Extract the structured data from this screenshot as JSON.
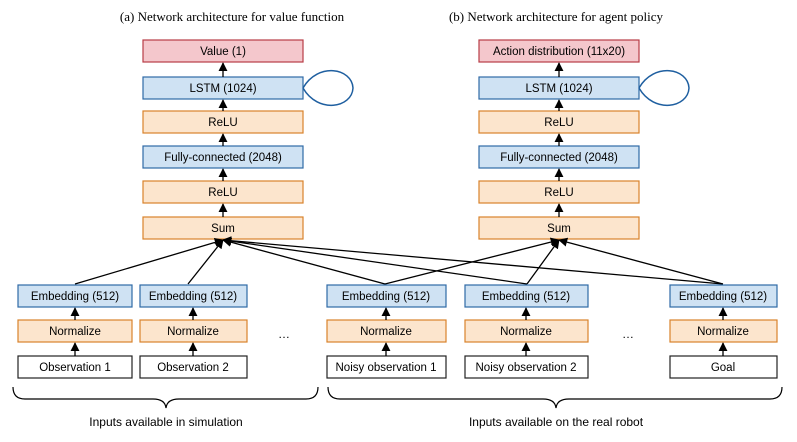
{
  "titles": {
    "left": "(a) Network architecture for value function",
    "right": "(b) Network architecture for agent policy"
  },
  "value_net": {
    "output": "Value (1)",
    "lstm": "LSTM (1024)",
    "relu_top": "ReLU",
    "fc": "Fully-connected (2048)",
    "relu_bottom": "ReLU",
    "sum": "Sum"
  },
  "policy_net": {
    "output": "Action distribution (11x20)",
    "lstm": "LSTM (1024)",
    "relu_top": "ReLU",
    "fc": "Fully-connected (2048)",
    "relu_bottom": "ReLU",
    "sum": "Sum"
  },
  "input_columns": [
    {
      "embedding": "Embedding (512)",
      "normalize": "Normalize",
      "input": "Observation 1"
    },
    {
      "embedding": "Embedding (512)",
      "normalize": "Normalize",
      "input": "Observation 2"
    },
    {
      "embedding": "Embedding (512)",
      "normalize": "Normalize",
      "input": "Noisy observation 1"
    },
    {
      "embedding": "Embedding (512)",
      "normalize": "Normalize",
      "input": "Noisy observation 2"
    },
    {
      "embedding": "Embedding (512)",
      "normalize": "Normalize",
      "input": "Goal"
    }
  ],
  "ellipsis": [
    "…",
    "…"
  ],
  "brace_labels": {
    "simulation": "Inputs available in simulation",
    "real_robot": "Inputs available on the real robot"
  },
  "colors": {
    "output_fill": "#f4c7cc",
    "output_stroke": "#b83c46",
    "blue_fill": "#cfe2f3",
    "blue_stroke": "#2f6aa6",
    "orange_fill": "#fce5cd",
    "orange_stroke": "#d9822b",
    "input_stroke": "#222222",
    "loop_stroke": "#1f5fa0",
    "line": "#000000"
  }
}
